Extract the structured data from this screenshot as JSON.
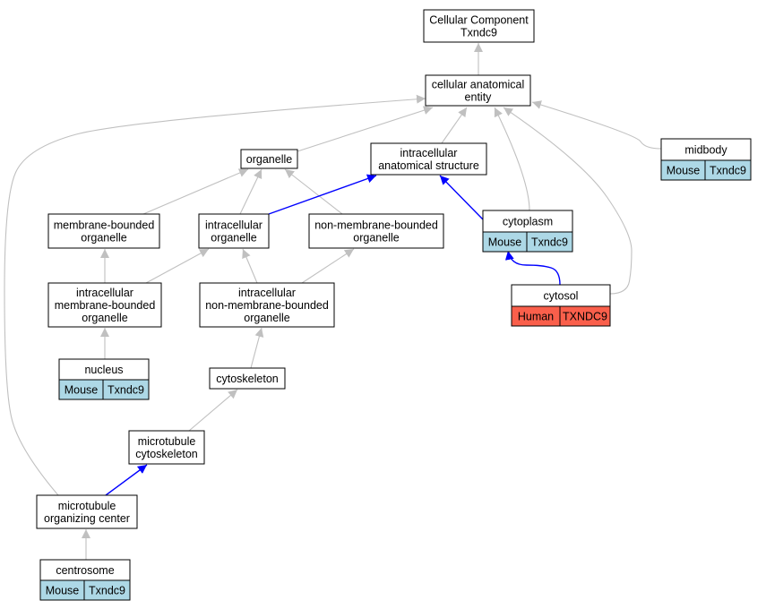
{
  "colors": {
    "edge_default": "#c0c0c0",
    "edge_highlight": "#0000ff",
    "node_fill": "#ffffff",
    "node_border": "#000000",
    "mouse_fill": "#add8e6",
    "human_fill": "#fa5f4b"
  },
  "nodes": [
    {
      "id": "cellular_component",
      "lines": [
        "Cellular Component",
        "Txndc9"
      ]
    },
    {
      "id": "cellular_anatomical_entity",
      "lines": [
        "cellular anatomical",
        "entity"
      ]
    },
    {
      "id": "organelle",
      "lines": [
        "organelle"
      ]
    },
    {
      "id": "intracellular_anatomical_structure",
      "lines": [
        "intracellular",
        "anatomical structure"
      ]
    },
    {
      "id": "midbody",
      "lines": [
        "midbody"
      ],
      "annotations": [
        {
          "species": "Mouse",
          "gene": "Txndc9"
        }
      ]
    },
    {
      "id": "membrane_bounded_organelle",
      "lines": [
        "membrane-bounded",
        "organelle"
      ]
    },
    {
      "id": "intracellular_organelle",
      "lines": [
        "intracellular",
        "organelle"
      ]
    },
    {
      "id": "non_membrane_bounded_organelle",
      "lines": [
        "non-membrane-bounded",
        "organelle"
      ]
    },
    {
      "id": "cytoplasm",
      "lines": [
        "cytoplasm"
      ],
      "annotations": [
        {
          "species": "Mouse",
          "gene": "Txndc9"
        }
      ]
    },
    {
      "id": "cytosol",
      "lines": [
        "cytosol"
      ],
      "annotations": [
        {
          "species": "Human",
          "gene": "TXNDC9"
        }
      ]
    },
    {
      "id": "intracellular_membrane_bounded_organelle",
      "lines": [
        "intracellular",
        "membrane-bounded",
        "organelle"
      ]
    },
    {
      "id": "intracellular_non_membrane_bounded_organelle",
      "lines": [
        "intracellular",
        "non-membrane-bounded",
        "organelle"
      ]
    },
    {
      "id": "nucleus",
      "lines": [
        "nucleus"
      ],
      "annotations": [
        {
          "species": "Mouse",
          "gene": "Txndc9"
        }
      ]
    },
    {
      "id": "cytoskeleton",
      "lines": [
        "cytoskeleton"
      ]
    },
    {
      "id": "microtubule_cytoskeleton",
      "lines": [
        "microtubule",
        "cytoskeleton"
      ]
    },
    {
      "id": "microtubule_organizing_center",
      "lines": [
        "microtubule",
        "organizing center"
      ]
    },
    {
      "id": "centrosome",
      "lines": [
        "centrosome"
      ],
      "annotations": [
        {
          "species": "Mouse",
          "gene": "Txndc9"
        }
      ]
    }
  ],
  "edges": [
    {
      "from": "cellular_anatomical_entity",
      "to": "cellular_component",
      "highlight": false
    },
    {
      "from": "organelle",
      "to": "cellular_anatomical_entity",
      "highlight": false
    },
    {
      "from": "intracellular_anatomical_structure",
      "to": "cellular_anatomical_entity",
      "highlight": false
    },
    {
      "from": "cytoplasm",
      "to": "cellular_anatomical_entity",
      "highlight": false
    },
    {
      "from": "cytosol",
      "to": "cellular_anatomical_entity",
      "highlight": false
    },
    {
      "from": "midbody",
      "to": "cellular_anatomical_entity",
      "highlight": false
    },
    {
      "from": "microtubule_organizing_center",
      "to": "cellular_anatomical_entity",
      "highlight": false
    },
    {
      "from": "membrane_bounded_organelle",
      "to": "organelle",
      "highlight": false
    },
    {
      "from": "intracellular_organelle",
      "to": "organelle",
      "highlight": false
    },
    {
      "from": "non_membrane_bounded_organelle",
      "to": "organelle",
      "highlight": false
    },
    {
      "from": "intracellular_organelle",
      "to": "intracellular_anatomical_structure",
      "highlight": true
    },
    {
      "from": "cytoplasm",
      "to": "intracellular_anatomical_structure",
      "highlight": true
    },
    {
      "from": "cytosol",
      "to": "cytoplasm",
      "highlight": true
    },
    {
      "from": "intracellular_membrane_bounded_organelle",
      "to": "membrane_bounded_organelle",
      "highlight": false
    },
    {
      "from": "intracellular_membrane_bounded_organelle",
      "to": "intracellular_organelle",
      "highlight": false
    },
    {
      "from": "intracellular_non_membrane_bounded_organelle",
      "to": "intracellular_organelle",
      "highlight": false
    },
    {
      "from": "intracellular_non_membrane_bounded_organelle",
      "to": "non_membrane_bounded_organelle",
      "highlight": false
    },
    {
      "from": "nucleus",
      "to": "intracellular_membrane_bounded_organelle",
      "highlight": false
    },
    {
      "from": "cytoskeleton",
      "to": "intracellular_non_membrane_bounded_organelle",
      "highlight": false
    },
    {
      "from": "microtubule_cytoskeleton",
      "to": "cytoskeleton",
      "highlight": false
    },
    {
      "from": "microtubule_organizing_center",
      "to": "microtubule_cytoskeleton",
      "highlight": true
    },
    {
      "from": "centrosome",
      "to": "microtubule_organizing_center",
      "highlight": false
    }
  ]
}
